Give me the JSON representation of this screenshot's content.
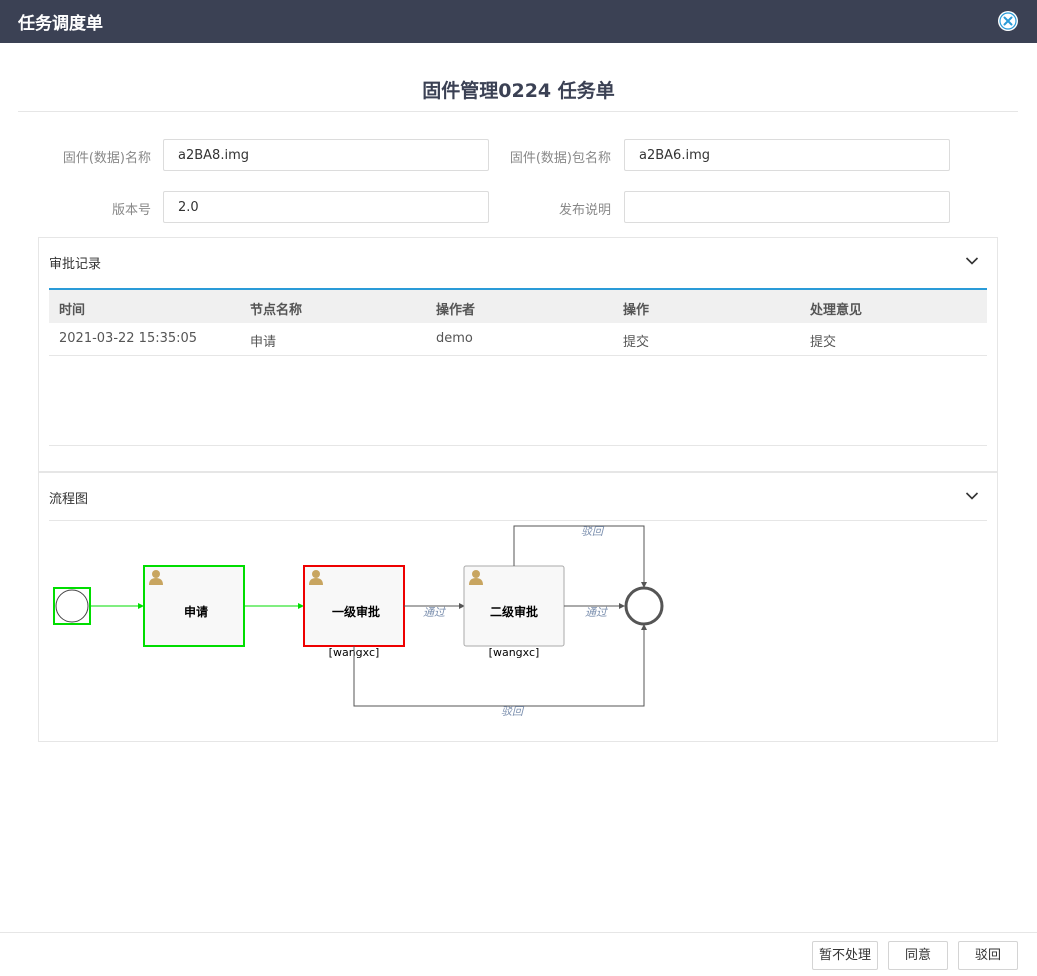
{
  "window": {
    "title": "任务调度单"
  },
  "page": {
    "title": "固件管理0224 任务单"
  },
  "form": {
    "firmware_name_label": "固件(数据)名称",
    "firmware_name_value": "a2BA8.img",
    "package_name_label": "固件(数据)包名称",
    "package_name_value": "a2BA6.img",
    "version_label": "版本号",
    "version_value": "2.0",
    "release_notes_label": "发布说明",
    "release_notes_value": ""
  },
  "approval": {
    "title": "审批记录",
    "columns": [
      "时间",
      "节点名称",
      "操作者",
      "操作",
      "处理意见"
    ],
    "rows": [
      [
        "2021-03-22 15:35:05",
        "申请",
        "demo",
        "提交",
        "提交"
      ]
    ]
  },
  "flow": {
    "title": "流程图",
    "nodes": {
      "apply": "申请",
      "level1": "一级审批",
      "level1_assignee": "[wangxc]",
      "level2": "二级审批",
      "level2_assignee": "[wangxc]"
    },
    "edges": {
      "pass1": "通过",
      "pass2": "通过",
      "reject_top": "驳回",
      "reject_bottom": "驳回"
    },
    "colors": {
      "completed": "#00dd00",
      "current": "#ee0000",
      "pending": "#888888"
    }
  },
  "footer": {
    "defer_label": "暂不处理",
    "agree_label": "同意",
    "reject_label": "驳回"
  }
}
